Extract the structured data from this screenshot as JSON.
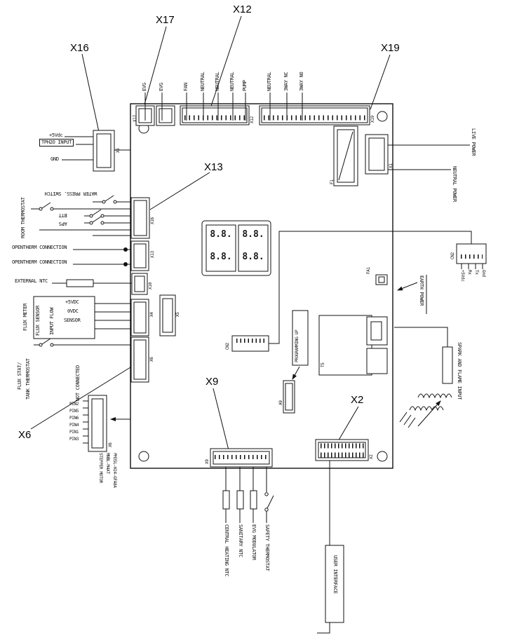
{
  "callouts": {
    "x17": "X17",
    "x12": "X12",
    "x16": "X16",
    "x19": "X19",
    "x13": "X13",
    "x9": "X9",
    "x2": "X2",
    "x6": "X6"
  },
  "top_pins": {
    "x17": [
      "EVG",
      "EVG"
    ],
    "x12": [
      "FAN",
      "NEUTRAL",
      "NEUTRAL",
      "NEUTRAL",
      "PUMP"
    ],
    "x19": [
      "NEUTRAL",
      "3WAY NC",
      "3WAY NO"
    ]
  },
  "left": {
    "plus5vdc_small": "+5Vdc",
    "tph2o_input": "TPH2O INPUT",
    "gnd": "GND",
    "room_thermostat": "ROOM THERMOSTAT",
    "water_press_switch": "WATER PRESS. SWITCH",
    "btt": "BTT",
    "aps": "APS",
    "opentherm_1": "OPENTHERM CONNECTION",
    "opentherm_2": "OPENTHERM CONNECTION",
    "external_ntc": "EXTERNAL NTC",
    "flux_meter": "FLUX METER",
    "flux_sensor": "FLUX SENSOR",
    "input_flow": "INPUT FLOW",
    "plus5vdc": "+5VDC",
    "zero_vdc": "0VDC",
    "sensor": "SENSOR",
    "flux_stat_1": "FLUX STAT/",
    "flux_stat_2": "TANK THERMOSTAT",
    "not_connected": "NOT CONNECTED",
    "pins": [
      "PIN2",
      "PIN5",
      "PIN6",
      "PIN4",
      "PIN1",
      "PIN3"
    ],
    "stepper": [
      "STEPPER MOTOR",
      "MNBL-M4AT",
      "PM35L-H24-GFA8A"
    ]
  },
  "right": {
    "live_power": "LIVE POWER",
    "neutral_power": "NEUTRAL POWER",
    "earth_power": "EARTH POWER",
    "spark_flame": "SPARK AND FLAME INPUT",
    "cn2_pins": [
      "+5Vdc",
      "Rx",
      "Tx",
      "Gnd"
    ],
    "user_interface": "USER INTERFACE"
  },
  "bottom_pins": [
    "CENTRAL HEATING NTC",
    "SANITARY NTC",
    "EVG MODULATOR",
    "SAFETY THERMOSTAT"
  ],
  "middle": {
    "programming_up": "PROGRAMMING UP",
    "display_digits": "8.8."
  },
  "refs": {
    "x17": "X17",
    "x12": "X12",
    "x19": "X19",
    "x5_top": "X5",
    "x16": "X16",
    "x13": "X13",
    "x10": "X10",
    "x4": "X4",
    "x5_mid": "X5",
    "x6_edge": "X6",
    "x6_stepper": "X6",
    "x9": "X9",
    "x2": "X2",
    "f1": "F1",
    "x1": "X1",
    "t5": "T5",
    "a9": "A9",
    "cn2_mid": "CN2",
    "cn2_right": "CN2",
    "fa1": "FA1"
  }
}
